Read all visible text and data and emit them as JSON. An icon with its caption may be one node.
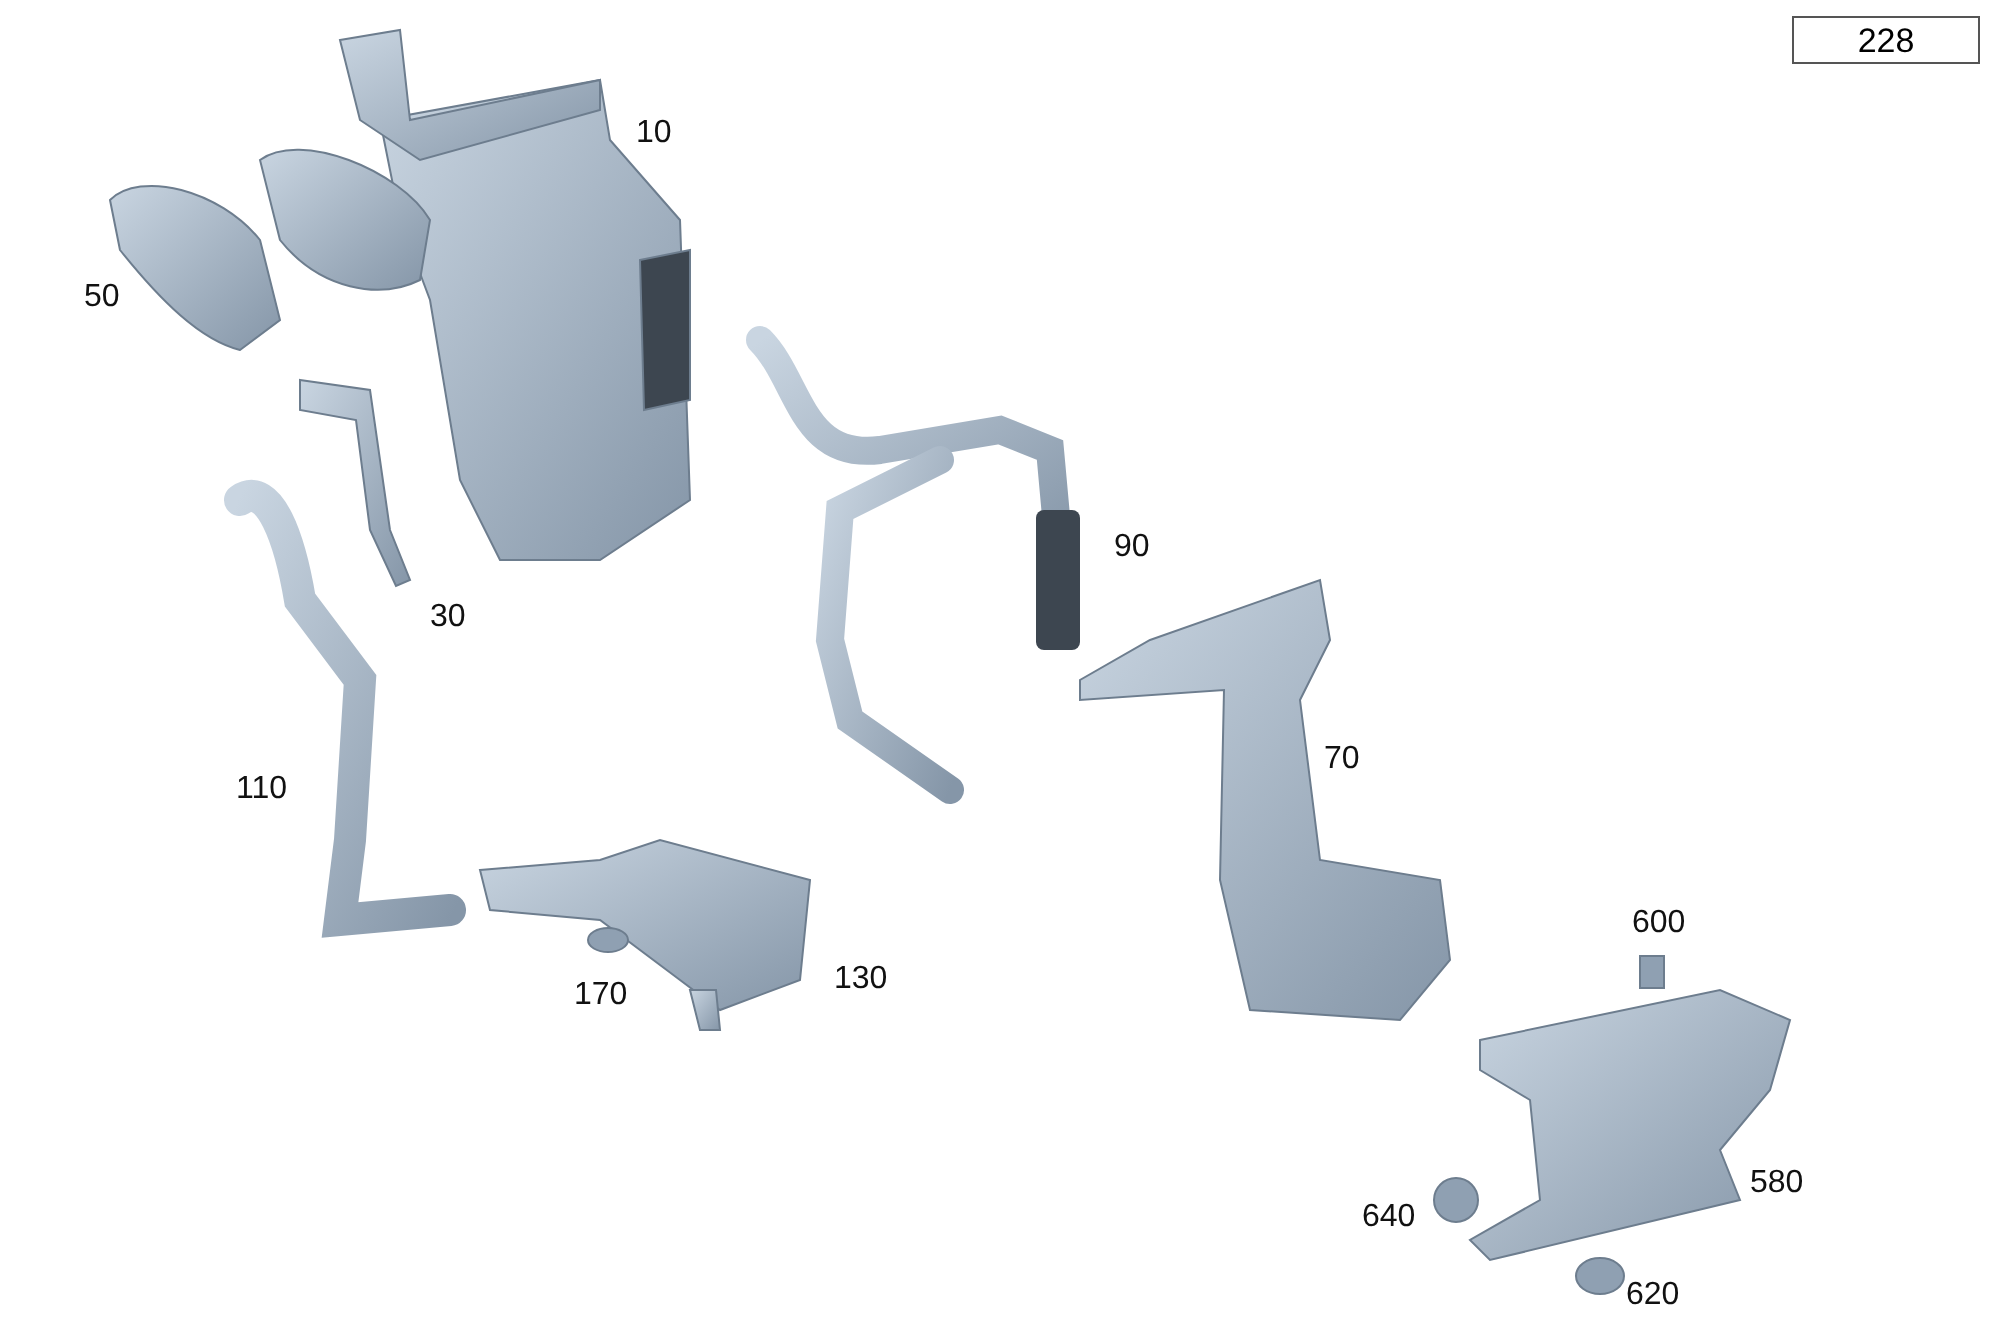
{
  "diagram": {
    "nodes": [
      {
        "text": [
          "228"
        ]
      }
    ],
    "labels": [
      "10",
      "50",
      "90",
      "30",
      "70",
      "110",
      "600",
      "130",
      "170",
      "580",
      "640",
      "620"
    ]
  }
}
